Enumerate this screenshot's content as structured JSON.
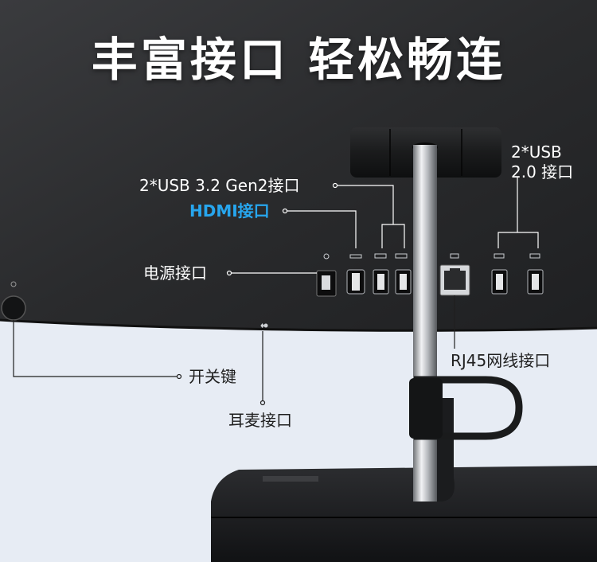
{
  "headline": "丰富接口 轻松畅连",
  "labels": {
    "usb32": "2*USB 3.2 Gen2接口",
    "hdmi": "HDMI接口",
    "power": "电源接口",
    "usb20_line1": "2*USB",
    "usb20_line2": "2.0 接口",
    "rj45": "RJ45网线接口",
    "power_button": "开关键",
    "headset": "耳麦接口"
  },
  "colors": {
    "panel": "#2b2c2e",
    "background": "#e7ecf4",
    "accent_blue": "#27a6ee",
    "leader_line": "#ffffff"
  }
}
